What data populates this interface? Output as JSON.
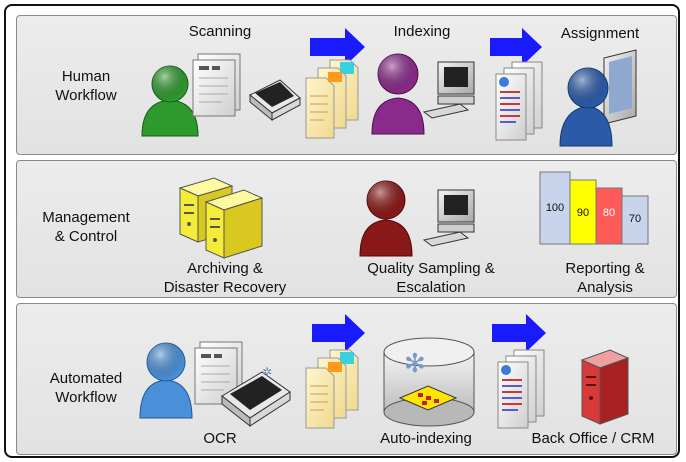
{
  "rows": [
    {
      "label": "Human\nWorkflow",
      "stages": [
        "Scanning",
        "Indexing",
        "Assignment"
      ]
    },
    {
      "label": "Management\n& Control",
      "stages": [
        "Archiving &\nDisaster Recovery",
        "Quality Sampling &\nEscalation",
        "Reporting &\nAnalysis"
      ]
    },
    {
      "label": "Automated\nWorkflow",
      "stages": [
        "OCR",
        "Auto-indexing",
        "Back Office / CRM"
      ]
    }
  ],
  "report_bars": [
    "100",
    "90",
    "80",
    "70"
  ],
  "colors": {
    "arrow": "#1a1aff",
    "person_green": "#2e9a2e",
    "person_purple": "#8a2a8a",
    "person_blue": "#2a5aa8",
    "person_darkred": "#8a1818",
    "person_lightblue": "#4a90d8",
    "server_yellow": "#f5ec3a",
    "server_red": "#d83a3a",
    "bar_blue": "#c8d4ec",
    "bar_yellow": "#ffff00",
    "bar_red": "#ff5a5a"
  }
}
